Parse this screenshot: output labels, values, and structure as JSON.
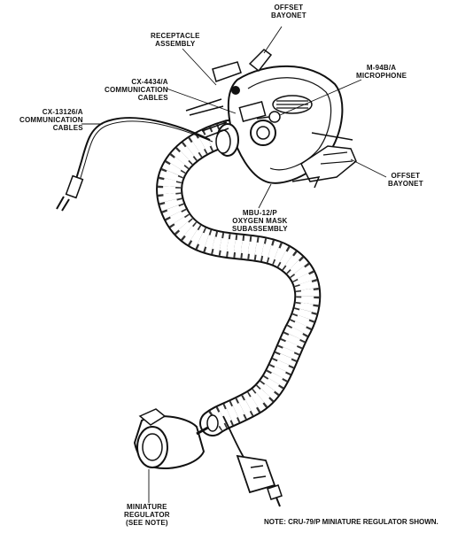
{
  "labels": {
    "offset_bayonet_top": "OFFSET\nBAYONET",
    "receptacle_assembly": "RECEPTACLE\nASSEMBLY",
    "cx4434": "CX-4434/A\nCOMMUNICATION\nCABLES",
    "microphone": "M-94B/A\nMICROPHONE",
    "cx13126": "CX-13126/A\nCOMMUNICATION\nCABLES",
    "offset_bayonet_right": "OFFSET\nBAYONET",
    "oxygen_mask": "MBU-12/P\nOXYGEN MASK\nSUBASSEMBLY",
    "miniature_regulator": "MINIATURE\nREGULATOR\n(SEE NOTE)"
  },
  "note": "NOTE:  CRU-79/P MINIATURE REGULATOR SHOWN."
}
